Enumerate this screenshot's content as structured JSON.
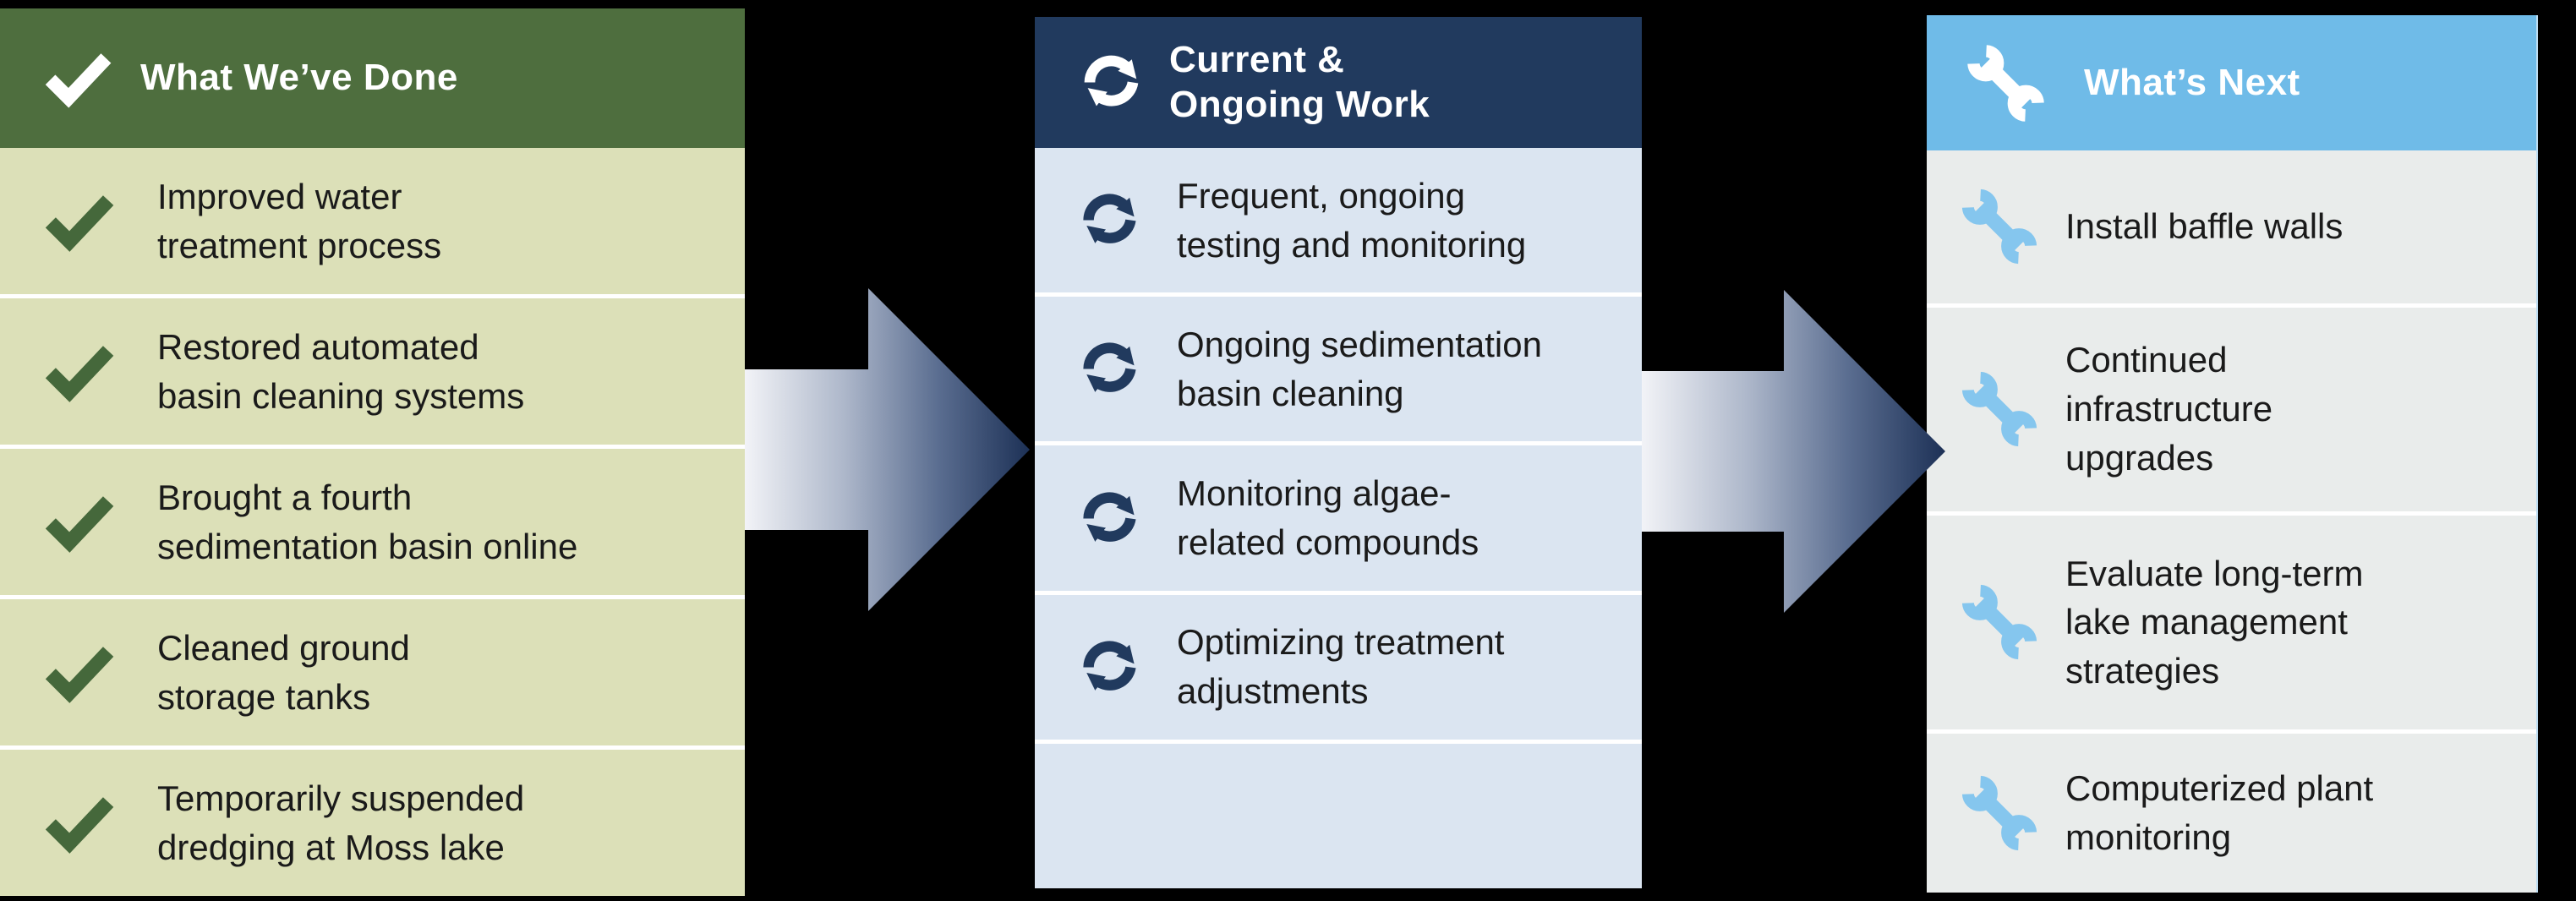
{
  "colors": {
    "background": "#000000",
    "divider": "#ffffff",
    "text": "#1a1a1a",
    "header_text": "#ffffff",
    "done_header": "#4e6e3e",
    "done_body": "#dce0b8",
    "done_check": "#45683b",
    "current_header": "#213a5e",
    "current_body": "#dbe5f1",
    "current_icon": "#213a5e",
    "next_header": "#6fbbe8",
    "next_body": "#e9eceb",
    "next_wrench": "#85c6ee",
    "arrow_start": "#f2f3f7",
    "arrow_end": "#1d3156"
  },
  "columns": [
    {
      "id": "done",
      "icon": "check-icon",
      "header": {
        "label": "What We’ve Done"
      },
      "items": [
        {
          "icon": "check-icon",
          "text": "Improved water\ntreatment process"
        },
        {
          "icon": "check-icon",
          "text": "Restored automated\nbasin cleaning systems"
        },
        {
          "icon": "check-icon",
          "text": "Brought a fourth\nsedimentation basin online"
        },
        {
          "icon": "check-icon",
          "text": "Cleaned ground\nstorage tanks"
        },
        {
          "icon": "check-icon",
          "text": "Temporarily suspended\ndredging at Moss lake"
        }
      ]
    },
    {
      "id": "current",
      "icon": "cycle-icon",
      "header": {
        "label": "Current &\nOngoing Work"
      },
      "items": [
        {
          "icon": "cycle-icon",
          "text": "Frequent, ongoing\ntesting and monitoring"
        },
        {
          "icon": "cycle-icon",
          "text": "Ongoing sedimentation\nbasin cleaning"
        },
        {
          "icon": "cycle-icon",
          "text": "Monitoring algae-\nrelated compounds"
        },
        {
          "icon": "cycle-icon",
          "text": "Optimizing treatment\nadjustments"
        }
      ],
      "has_empty_row": true
    },
    {
      "id": "next",
      "icon": "wrench-icon",
      "header": {
        "label": "What’s Next"
      },
      "items": [
        {
          "icon": "wrench-icon",
          "text": "Install baffle walls"
        },
        {
          "icon": "wrench-icon",
          "text": "Continued\ninfrastructure\nupgrades"
        },
        {
          "icon": "wrench-icon",
          "text": "Evaluate long-term\nlake management\nstrategies"
        },
        {
          "icon": "wrench-icon",
          "text": "Computerized plant\nmonitoring"
        }
      ]
    }
  ]
}
